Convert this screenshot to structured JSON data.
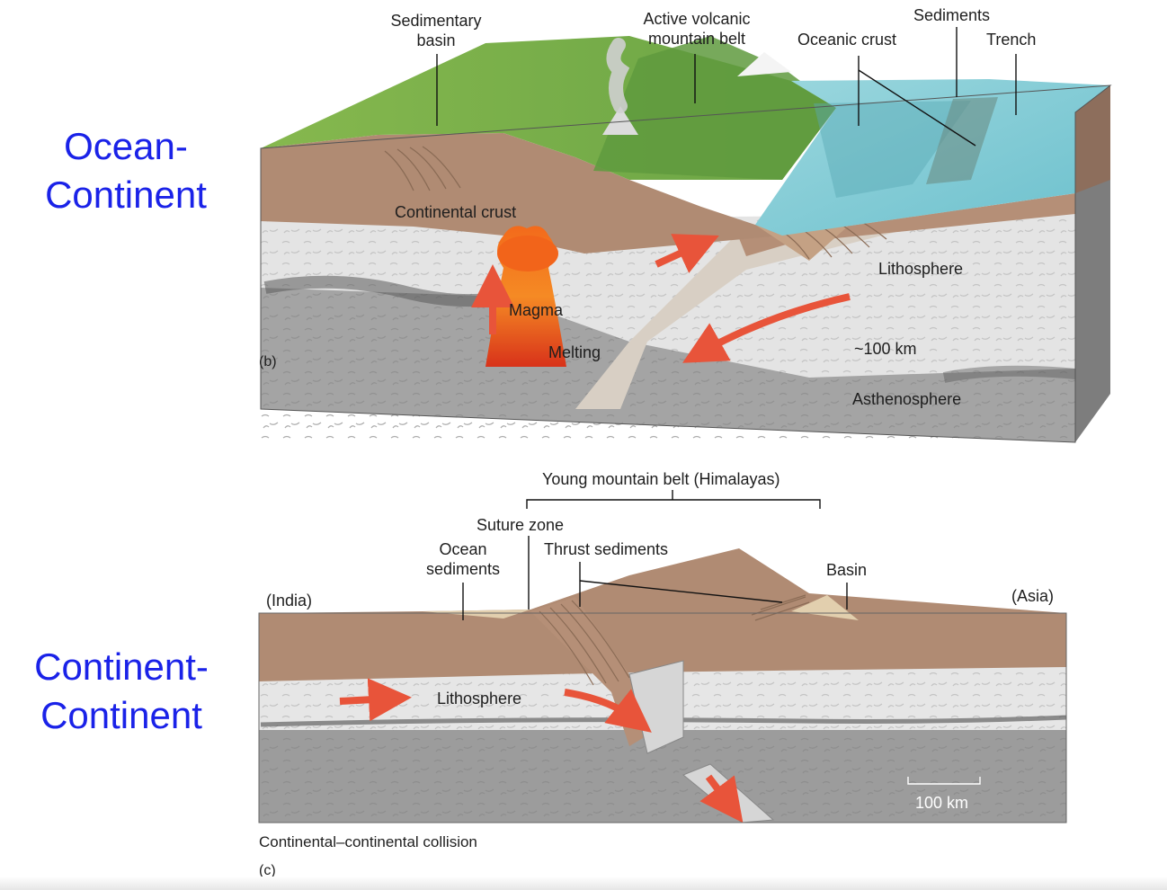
{
  "side_titles": {
    "top": [
      "Ocean-",
      "Continent"
    ],
    "bottom": [
      "Continent-",
      "Continent"
    ]
  },
  "panel_b": {
    "letter": "(b)",
    "labels": {
      "sedimentary_basin": [
        "Sedimentary",
        "basin"
      ],
      "active_volcanic": [
        "Active volcanic",
        "mountain belt"
      ],
      "oceanic_crust": "Oceanic crust",
      "sediments": "Sediments",
      "trench": "Trench",
      "continental_crust": "Continental crust",
      "lithosphere": "Lithosphere",
      "magma": "Magma",
      "melting": "Melting",
      "depth": "~100 km",
      "asthenosphere": "Asthenosphere"
    }
  },
  "panel_c": {
    "letter": "(c)",
    "caption": "Continental–continental collision",
    "labels": {
      "young_mountain_belt": "Young mountain belt (Himalayas)",
      "suture_zone": "Suture zone",
      "ocean_sediments": [
        "Ocean",
        "sediments"
      ],
      "thrust_sediments": "Thrust sediments",
      "basin": "Basin",
      "india": "(India)",
      "asia": "(Asia)",
      "lithosphere": "Lithosphere",
      "scale": "100 km"
    }
  },
  "colors": {
    "title_blue": "#1a22e8",
    "crust_brown": "#b08b73",
    "lithosphere_light": "#e4e4e4",
    "asthenosphere_grey": "#9c9c9c",
    "ocean_blue": "#7fc9d4",
    "land_green": "#7fb24a",
    "arrow_red": "#e8543a",
    "magma_orange": "#f07a1e"
  }
}
